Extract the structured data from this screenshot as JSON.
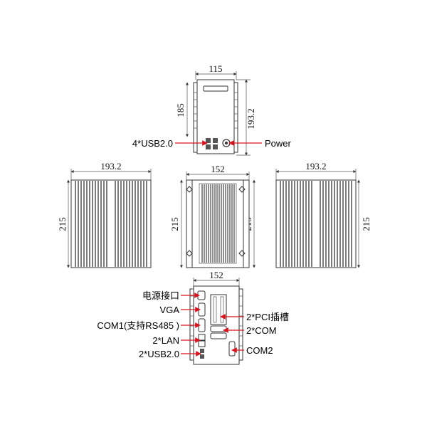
{
  "views": {
    "top": {
      "width": "115",
      "depth": "185",
      "height": "193.2"
    },
    "front_left": {
      "width": "193.2",
      "height": "215"
    },
    "center": {
      "width": "152",
      "height_left": "215",
      "height_right": "215"
    },
    "right": {
      "width": "193.2",
      "height": "215"
    },
    "bottom": {
      "width": "152"
    }
  },
  "callouts": {
    "usb_top": "4*USB2.0",
    "power": "Power",
    "power_jack": "电源接口",
    "vga": "VGA",
    "com1": "COM1(支持RS485 )",
    "lan": "2*LAN",
    "usb_bottom": "2*USB2.0",
    "pci": "2*PCI插槽",
    "com_group": "2*COM",
    "com2": "COM2"
  },
  "colors": {
    "callout_line": "#d9141e",
    "drawing_line": "#333333"
  }
}
